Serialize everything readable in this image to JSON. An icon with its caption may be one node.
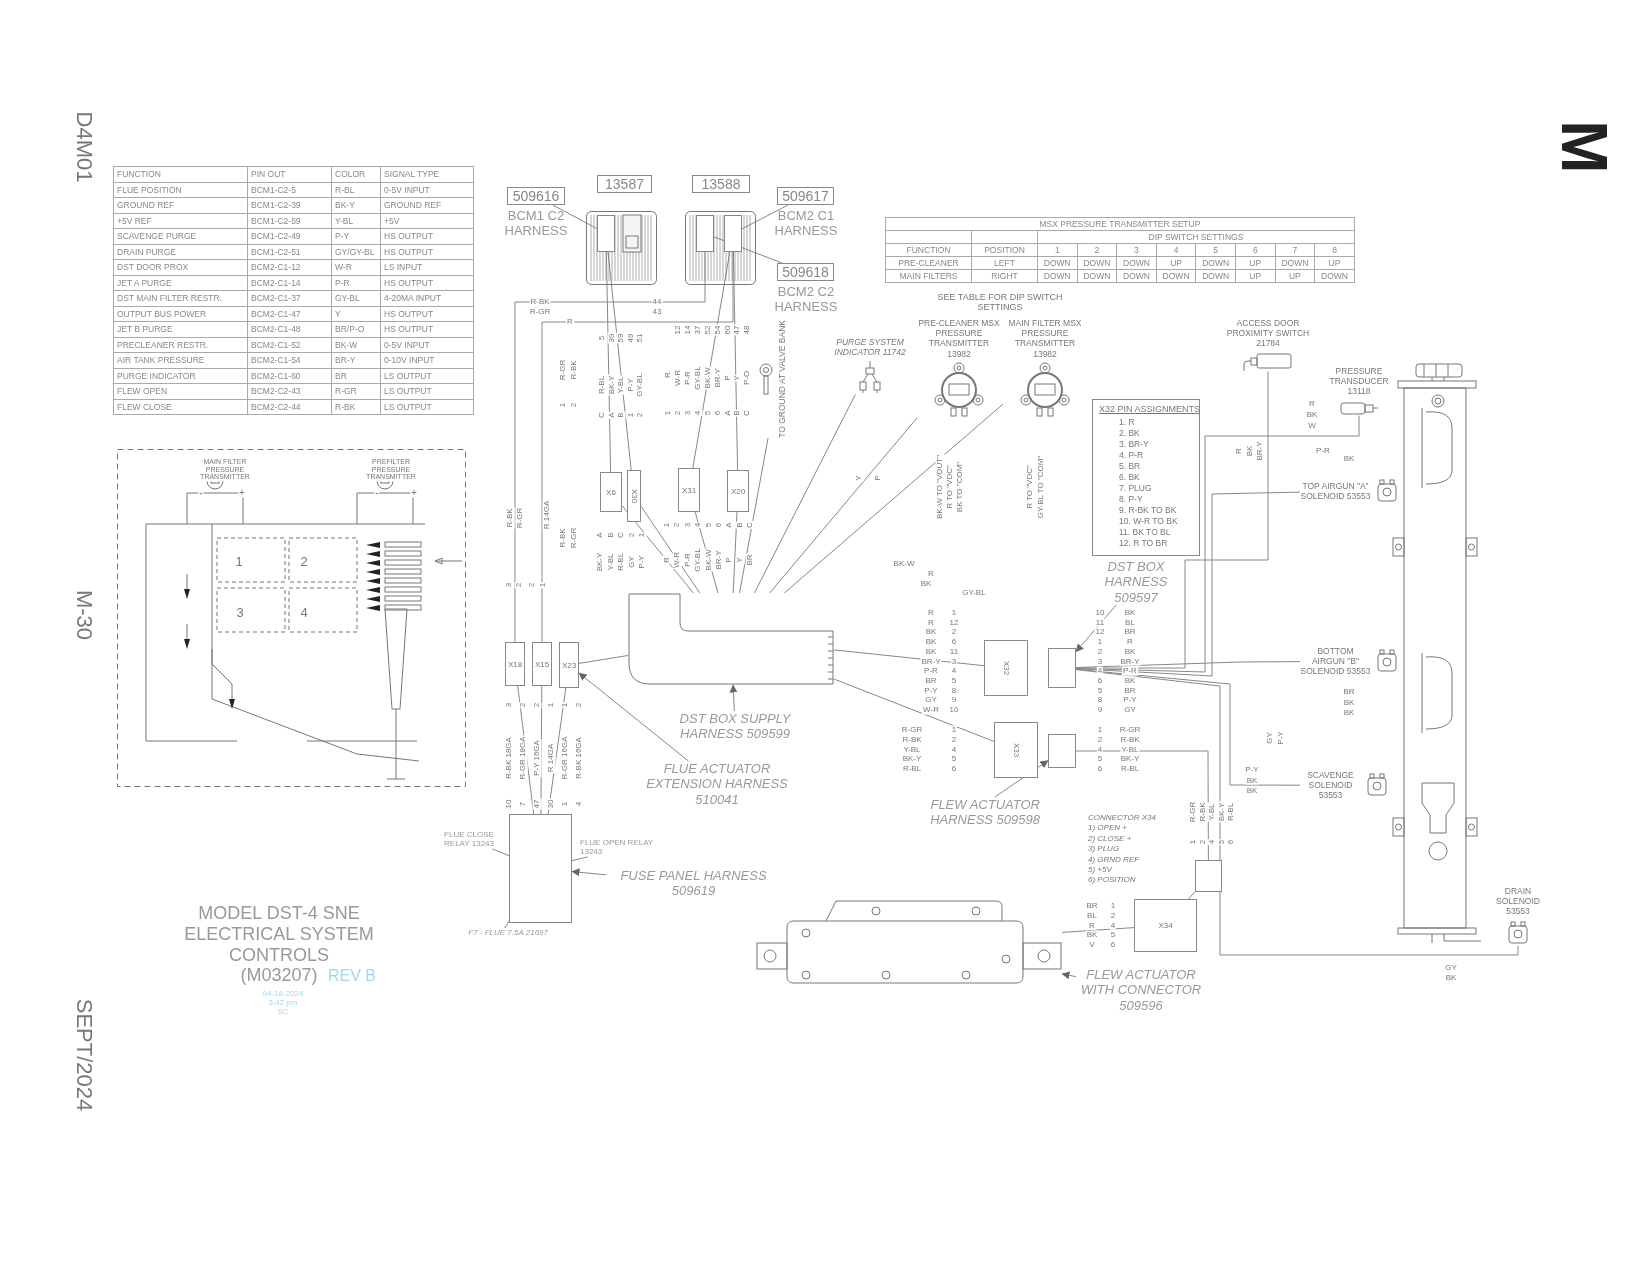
{
  "diagram": {
    "title": "MODEL DST-4 SNE ELECTRICAL SYSTEM CONTROLS",
    "nodes": [
      {
        "text": [],
        "shape": "picture"
      },
      {
        "text": [],
        "shape": "box",
        "in": 0
      },
      {
        "text": [],
        "shape": "picture"
      },
      {
        "text": [],
        "shape": "box",
        "in": 2
      },
      {
        "text": [],
        "shape": "box",
        "in": 2
      },
      {
        "text": [
          "509616"
        ],
        "beside": [
          "BCM1 C2 HARNESS"
        ]
      },
      {
        "text": [
          "509617"
        ],
        "beside": [
          "BCM2 C1 HARNESS"
        ]
      },
      {
        "text": [
          "509618"
        ],
        "beside": [
          "BCM2 C2 HARNESS"
        ]
      },
      {
        "text": [
          "X6"
        ]
      },
      {
        "text": [
          "X30"
        ]
      },
      {
        "text": [
          "X31"
        ]
      },
      {
        "text": [
          "X20"
        ]
      },
      {
        "text": [
          "X18"
        ]
      },
      {
        "text": [
          "X15"
        ]
      },
      {
        "text": [
          "X23"
        ]
      },
      {
        "text": [
          "TO GROUND AT VALVE BANK"
        ]
      },
      {
        "text": [
          "PURGE SYSTEM INDICATOR 11742"
        ]
      },
      {
        "text": [
          "PRE-CLEANER MSX PRESSURE TRANSMITTER 13982"
        ]
      },
      {
        "text": [
          "MAIN FILTER MSX PRESSURE TRANSMITTER 13982"
        ]
      },
      {
        "text": [
          "ACCESS DOOR PROXIMITY SWITCH 21784"
        ]
      },
      {
        "text": [
          "PRESSURE TRANSDUCER 13118"
        ]
      },
      {
        "text": [
          "TOP AIRGUN \"A\" SOLENOID 53553"
        ]
      },
      {
        "text": [
          "BOTTOM AIRGUN \"B\" SOLENOID 53553"
        ]
      },
      {
        "text": [
          "SCAVENGE SOLENOID 53553"
        ]
      },
      {
        "text": [
          "DRAIN SOLENOID 53553"
        ]
      },
      {
        "text": [
          "X32 PIN ASSIGNMENTS",
          "1. R",
          "2. BK",
          "3. BR-Y",
          "4. P-R",
          "5. BR",
          "6. BK",
          "7. PLUG",
          "8. P-Y",
          "9. R-BK TO BK",
          "10. W-R TO BK",
          "11. BK TO BL",
          "12. R TO BR"
        ]
      },
      {
        "text": [
          "DST BOX SUPPLY HARNESS 509599"
        ]
      },
      {
        "text": [],
        "shape": "bar"
      },
      {
        "text": [
          "X32"
        ]
      },
      {
        "text": [],
        "shape": "box"
      },
      {
        "text": [
          "DST BOX HARNESS 509597"
        ]
      },
      {
        "text": [
          "X33"
        ]
      },
      {
        "text": [],
        "shape": "box"
      },
      {
        "text": [
          "FLEW ACTUATOR HARNESS 509598"
        ]
      },
      {
        "text": [
          "FLUE ACTUATOR EXTENSION HARNESS 510041"
        ]
      },
      {
        "text": [],
        "shape": "box"
      },
      {
        "text": [
          "FUSE PANEL HARNESS 509619"
        ]
      },
      {
        "text": [
          "FLUE CLOSE RELAY 13243"
        ]
      },
      {
        "text": [
          "FLUE OPEN RELAY 13243"
        ]
      },
      {
        "text": [
          "F7 - FLUE 7.5A 21697"
        ]
      },
      {
        "text": [],
        "shape": "picture"
      },
      {
        "text": [
          "FLEW ACTUATOR WITH CONNECTOR 509596"
        ]
      },
      {
        "text": [
          "X34"
        ]
      },
      {
        "text": [],
        "shape": "box"
      },
      {
        "text": [],
        "shape": "picture"
      },
      {
        "text": [
          "13587"
        ]
      },
      {
        "text": [
          "13588"
        ]
      }
    ],
    "edges": [
      {
        "from": 5,
        "to": 1,
        "arrow": "none"
      },
      {
        "from": 6,
        "to": 4,
        "arrow": "none"
      },
      {
        "from": 7,
        "to": 3,
        "arrow": "none"
      },
      {
        "from": 26,
        "to": 27,
        "arrow": "to"
      },
      {
        "from": 30,
        "to": 29,
        "arrow": "to"
      },
      {
        "from": 33,
        "to": 32,
        "arrow": "to"
      },
      {
        "from": 34,
        "to": 14,
        "arrow": "to"
      },
      {
        "from": 36,
        "to": 35,
        "arrow": "to"
      },
      {
        "from": 37,
        "to": 35,
        "arrow": "none"
      },
      {
        "from": 38,
        "to": 35,
        "arrow": "none"
      },
      {
        "from": 39,
        "to": 35,
        "arrow": "none"
      },
      {
        "from": 41,
        "to": 40,
        "arrow": "to"
      },
      {
        "from": 1,
        "to": 8,
        "arrow": "none"
      },
      {
        "from": 1,
        "to": 9,
        "arrow": "none"
      },
      {
        "from": 3,
        "to": 12,
        "arrow": "none"
      },
      {
        "from": 4,
        "to": 10,
        "arrow": "none"
      },
      {
        "from": 4,
        "to": 11,
        "arrow": "none"
      },
      {
        "from": 4,
        "to": 13,
        "arrow": "none"
      },
      {
        "from": 8,
        "to": 27,
        "arrow": "none"
      },
      {
        "from": 9,
        "to": 27,
        "arrow": "none"
      },
      {
        "from": 10,
        "to": 27,
        "arrow": "none"
      },
      {
        "from": 11,
        "to": 27,
        "arrow": "none"
      },
      {
        "from": 15,
        "to": 27,
        "arrow": "none"
      },
      {
        "from": 16,
        "to": 27,
        "arrow": "none"
      },
      {
        "from": 17,
        "to": 27,
        "arrow": "none"
      },
      {
        "from": 18,
        "to": 27,
        "arrow": "none"
      },
      {
        "from": 27,
        "to": 28,
        "arrow": "none"
      },
      {
        "from": 27,
        "to": 31,
        "arrow": "none"
      },
      {
        "from": 29,
        "to": 19,
        "arrow": "none"
      },
      {
        "from": 29,
        "to": 20,
        "arrow": "none"
      },
      {
        "from": 29,
        "to": 21,
        "arrow": "none"
      },
      {
        "from": 29,
        "to": 22,
        "arrow": "none"
      },
      {
        "from": 29,
        "to": 23,
        "arrow": "none"
      },
      {
        "from": 29,
        "to": 24,
        "arrow": "none"
      },
      {
        "from": 32,
        "to": 43,
        "arrow": "none"
      },
      {
        "from": 43,
        "to": 42,
        "arrow": "none"
      },
      {
        "from": 42,
        "to": 40,
        "arrow": "none"
      },
      {
        "from": 27,
        "to": 14,
        "arrow": "none"
      },
      {
        "from": 12,
        "to": 35,
        "arrow": "none"
      },
      {
        "from": 13,
        "to": 35,
        "arrow": "none"
      },
      {
        "from": 14,
        "to": 35,
        "arrow": "none"
      }
    ],
    "labels": [
      "FUNCTION",
      "PIN OUT",
      "COLOR",
      "SIGNAL TYPE",
      "FLUE POSITION",
      "BCM1-C2-5",
      "R-BL",
      "0-5V INPUT",
      "GROUND REF",
      "BCM1-C2-39",
      "BK-Y",
      "GROUND REF",
      "+5V REF",
      "BCM1-C2-59",
      "Y-BL",
      "+5V",
      "SCAVENGE PURGE",
      "BCM1-C2-49",
      "P-Y",
      "HS OUTPUT",
      "DRAIN PURGE",
      "BCM1-C2-51",
      "GY/GY-BL",
      "HS OUTPUT",
      "DST DOOR PROX",
      "BCM2-C1-12",
      "W-R",
      "LS INPUT",
      "JET A PURGE",
      "BCM2-C1-14",
      "P-R",
      "HS OUTPUT",
      "DST MAIN FILTER RESTR.",
      "BCM2-C1-37",
      "GY-BL",
      "4-20MA INPUT",
      "OUTPUT BUS POWER",
      "BCM2-C1-47",
      "Y",
      "HS OUTPUT",
      "JET B PURGE",
      "BCM2-C1-48",
      "BR/P-O",
      "HS OUTPUT",
      "PRECLEANER RESTR.",
      "BCM2-C1-52",
      "BK-W",
      "0-5V INPUT",
      "AIR TANK PRESSURE",
      "BCM2-C1-54",
      "BR-Y",
      "0-10V INPUT",
      "PURGE INDICATOR",
      "BCM2-C1-60",
      "BR",
      "LS OUTPUT",
      "FLEW OPEN",
      "BCM2-C2-43",
      "R-GR",
      "LS OUTPUT",
      "FLEW CLOSE",
      "BCM2-C2-44",
      "R-BK",
      "LS OUTPUT",
      "MSX PRESSURE TRANSMITTER SETUP",
      "DIP SWITCH SETTINGS",
      "FUNCTION",
      "POSITION",
      "1",
      "2",
      "3",
      "4",
      "5",
      "6",
      "7",
      "8",
      "PRE-CLEANER",
      "LEFT",
      "DOWN",
      "DOWN",
      "DOWN",
      "UP",
      "DOWN",
      "UP",
      "DOWN",
      "UP",
      "MAIN FILTERS",
      "RIGHT",
      "DOWN",
      "DOWN",
      "DOWN",
      "DOWN",
      "DOWN",
      "UP",
      "UP",
      "DOWN",
      "D4M01",
      "M-30",
      "SEPT/2024",
      "M",
      "SEE TABLE FOR DIP SWITCH SETTINGS",
      "MAIN FILTER PRESSURE TRANSMITTER",
      "PREFILTER PRESSURE TRANSMITTER",
      "-",
      "+",
      "-",
      "+",
      "1",
      "2",
      "3",
      "4",
      "(M03207)",
      "REV B",
      "04-18-2024",
      "3:42 pm",
      "SC",
      "CONNECTOR X34",
      "1) OPEN +",
      "2) CLOSE +",
      "3) PLUG",
      "4) GRND REF",
      "5) +5V",
      "6) POSITION",
      "R-BK",
      "44",
      "R-GR",
      "43",
      "R",
      "5",
      "39",
      "59",
      "49",
      "51",
      "R-BL",
      "BK-Y",
      "Y-BL",
      "P-Y",
      "GY-BL",
      "C",
      "A",
      "B",
      "1",
      "2",
      "12",
      "14",
      "37",
      "52",
      "54",
      "60",
      "47",
      "48",
      "R",
      "W-R",
      "P-R",
      "GY-BL",
      "BK-W",
      "BR-Y",
      "P",
      "Y",
      "P-O",
      "1",
      "2",
      "3",
      "4",
      "5",
      "6",
      "A",
      "B",
      "C",
      "R-GR",
      "R-BK",
      "1",
      "2",
      "R-BK",
      "R-GR",
      "R 14GA",
      "R-BK",
      "R-GR",
      "3",
      "2",
      "2",
      "1",
      "A",
      "B",
      "C",
      "2",
      "1",
      "BK-Y",
      "Y-BL",
      "R-BL",
      "GY",
      "P-Y",
      "1",
      "2",
      "3",
      "4",
      "5",
      "6",
      "A",
      "B",
      "C",
      "R",
      "W-R",
      "P-R",
      "GY-BL",
      "BK-W",
      "BR-Y",
      "P",
      "Y",
      "BR",
      "Y",
      "P",
      "BK-W TO \"VOUT\"",
      "R TO \"VDC\"",
      "BK TO \"COM\"",
      "R TO \"VDC\"",
      "GY-BL TO \"COM\"",
      "BK-W",
      "R",
      "BK",
      "GY-BL",
      "R",
      "R",
      "BK",
      "BK",
      "BK",
      "BR-Y",
      "P-R",
      "BR",
      "P-Y",
      "GY",
      "W-R",
      "1",
      "12",
      "2",
      "6",
      "11",
      "3",
      "4",
      "5",
      "8",
      "9",
      "10",
      "R-GR",
      "R-BK",
      "Y-BL",
      "BK-Y",
      "R-BL",
      "1",
      "2",
      "4",
      "5",
      "6",
      "R",
      "BK",
      "BR-Y",
      "R",
      "BK",
      "W",
      "P-R",
      "BK",
      "10",
      "11",
      "12",
      "1",
      "2",
      "3",
      "4",
      "6",
      "5",
      "8",
      "9",
      "BK",
      "BL",
      "BR",
      "R",
      "BK",
      "BR-Y",
      "P-R",
      "BK",
      "BR",
      "P-Y",
      "GY",
      "1",
      "2",
      "4",
      "5",
      "6",
      "R-GR",
      "R-BK",
      "Y-BL",
      "BK-Y",
      "R-BL",
      "BR",
      "BK",
      "BK",
      "GY",
      "P-Y",
      "P-Y",
      "BK",
      "BK",
      "3",
      "2",
      "2",
      "1",
      "1",
      "2",
      "R-BK 18GA",
      "R-GR 18GA",
      "P-Y 16GA",
      "R 14GA",
      "R-GR 16GA",
      "R-BK 16GA",
      "10",
      "7",
      "47",
      "30",
      "1",
      "4",
      "R-GR",
      "R-BK",
      "Y-BL",
      "BK-Y",
      "R-BL",
      "1",
      "2",
      "4",
      "5",
      "6",
      "BR",
      "BL",
      "R",
      "BK",
      "V",
      "1",
      "2",
      "4",
      "5",
      "6",
      "GY",
      "BK"
    ]
  }
}
